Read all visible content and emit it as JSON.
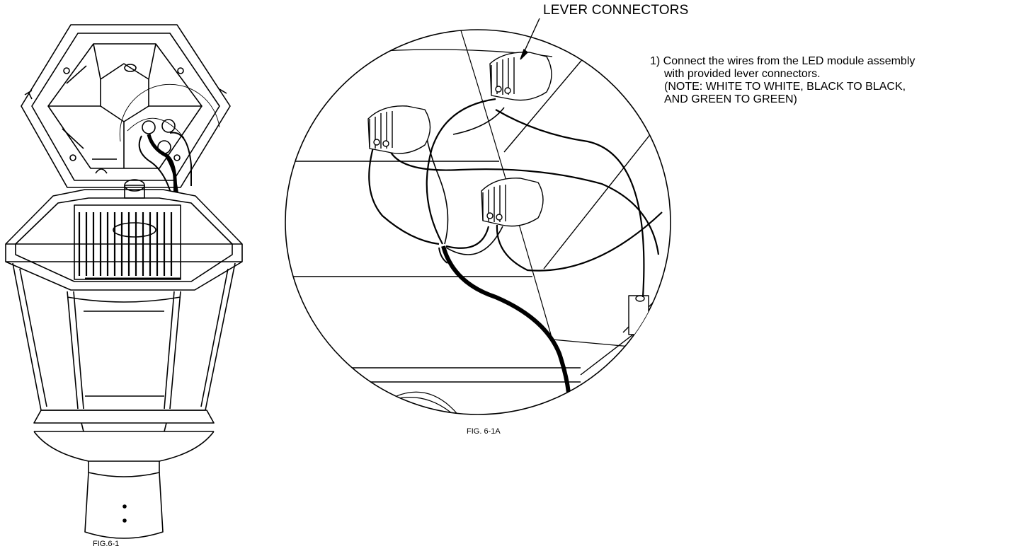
{
  "callout": {
    "text": "LEVER CONNECTORS"
  },
  "figures": {
    "fig_main": "FIG.6-1",
    "fig_detail": "FIG. 6-1A"
  },
  "instructions": {
    "line1": "1) Connect the wires from the LED module assembly",
    "line2": "with provided lever connectors.",
    "line3": "(NOTE: WHITE TO WHITE, BLACK TO BLACK,",
    "line4": "AND GREEN TO GREEN)"
  }
}
